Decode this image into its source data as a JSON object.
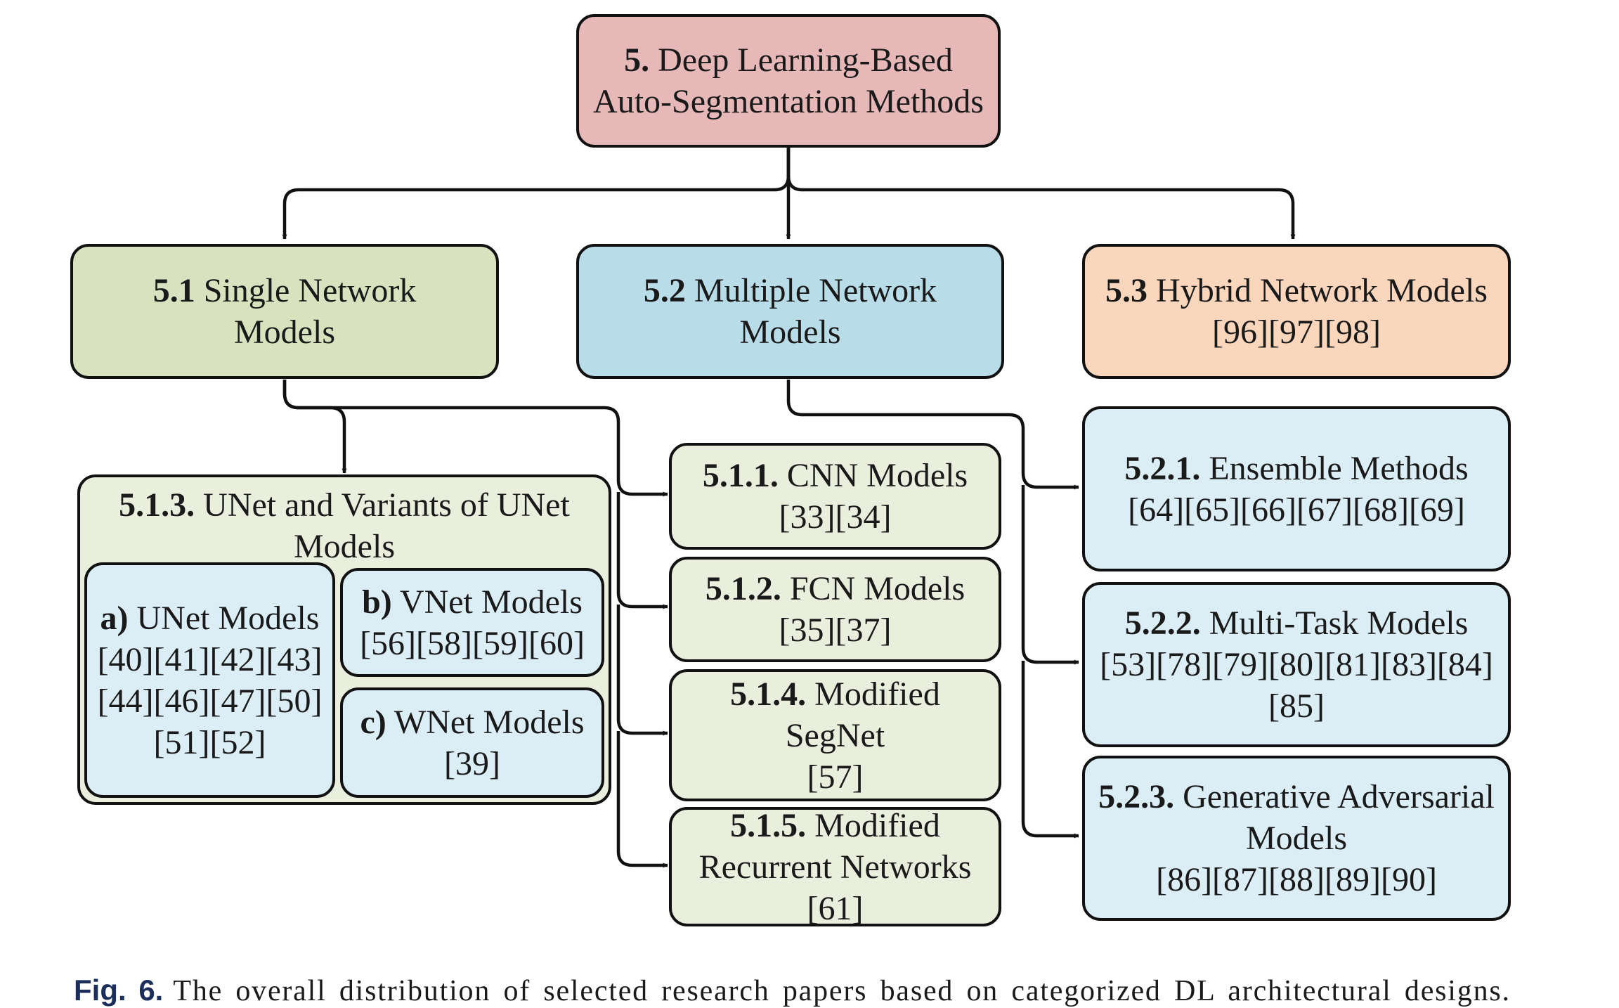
{
  "root": {
    "num": "5.",
    "line1": "Deep Learning-Based",
    "line2": "Auto-Segmentation Methods"
  },
  "single": {
    "num": "5.1",
    "line1": "Single Network",
    "line2": "Models"
  },
  "multiple": {
    "num": "5.2",
    "line1": "Multiple Network",
    "line2": "Models"
  },
  "hybrid": {
    "num": "5.3",
    "line1": "Hybrid Network Models",
    "line2": "[96][97][98]"
  },
  "unet_group": {
    "num": "5.1.3.",
    "line1": "UNet and Variants of UNet",
    "line2": "Models"
  },
  "unet": {
    "num": "a)",
    "line1": "UNet Models",
    "line2": "[40][41][42][43]",
    "line3": "[44][46][47][50]",
    "line4": "[51][52]"
  },
  "vnet": {
    "num": "b)",
    "line1": "VNet Models",
    "line2": "[56][58][59][60]"
  },
  "wnet": {
    "num": "c)",
    "line1": "WNet Models",
    "line2": "[39]"
  },
  "cnn": {
    "num": "5.1.1.",
    "line1": "CNN Models",
    "line2": "[33][34]"
  },
  "fcn": {
    "num": "5.1.2.",
    "line1": "FCN Models",
    "line2": "[35][37]"
  },
  "segnet": {
    "num": "5.1.4.",
    "line1": "Modified",
    "line2": "SegNet",
    "line3": "[57]"
  },
  "recurrent": {
    "num": "5.1.5.",
    "line1": "Modified",
    "line2": "Recurrent Networks",
    "line3": "[61]"
  },
  "ensemble": {
    "num": "5.2.1.",
    "line1": "Ensemble Methods",
    "line2": "[64][65][66][67][68][69]"
  },
  "multitask": {
    "num": "5.2.2.",
    "line1": "Multi-Task Models",
    "line2": "[53][78][79][80][81][83][84]",
    "line3": "[85]"
  },
  "gan": {
    "num": "5.2.3.",
    "line1": "Generative Adversarial",
    "line2": "Models",
    "line3": "[86][87][88][89][90]"
  },
  "caption": {
    "label": "Fig. 6.",
    "text": "The overall distribution of selected research papers based on categorized DL architectural designs."
  }
}
